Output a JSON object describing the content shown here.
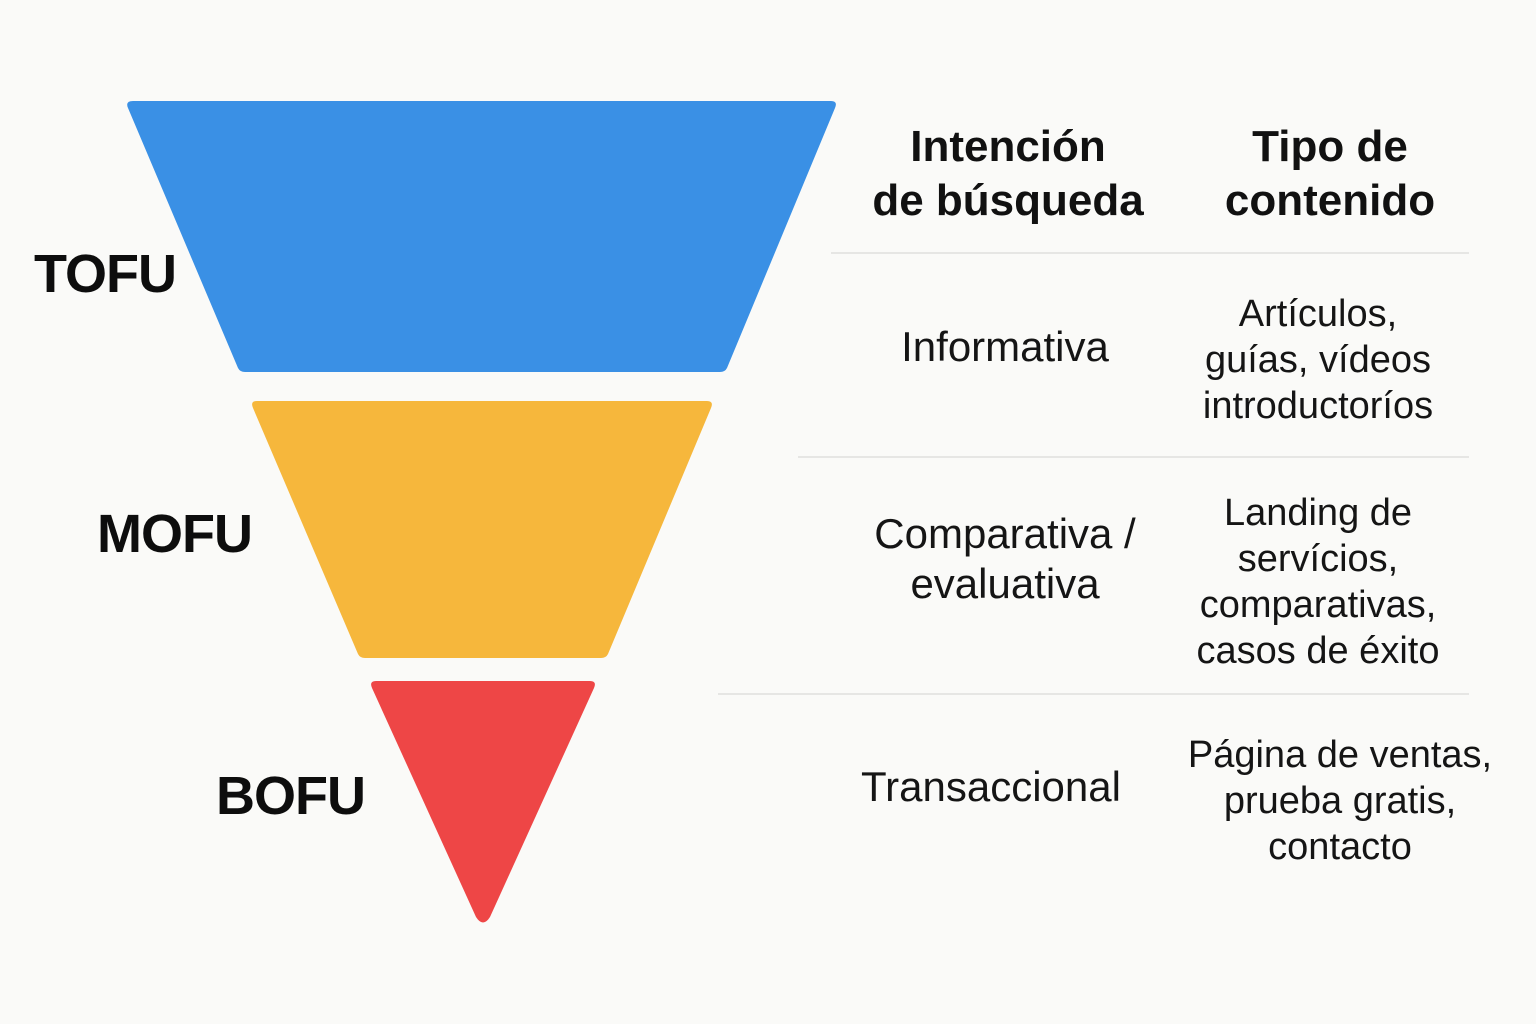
{
  "diagram": {
    "headers": {
      "intent": "Intención\nde búsqueda",
      "content": "Tipo de\ncontenido"
    },
    "stages": [
      {
        "label": "TOFU",
        "color": "#3a90e5",
        "intent": "Informativa",
        "content": "Artículos,\nguías, vídeos\nintroductoríos"
      },
      {
        "label": "MOFU",
        "color": "#f6b73c",
        "intent": "Comparativa /\nevaluativa",
        "content": "Landing de\nservícios,\ncomparativas,\ncasos de éxito"
      },
      {
        "label": "BOFU",
        "color": "#ee4646",
        "intent": "Transaccional",
        "content": "Página de ventas,\nprueba gratis,\ncontacto"
      }
    ],
    "divider_color": "#e6e6e4"
  }
}
